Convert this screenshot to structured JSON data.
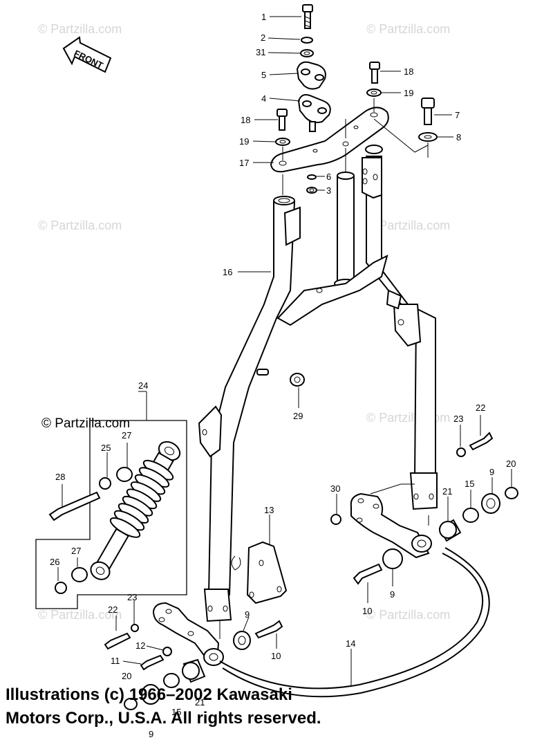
{
  "watermark": "© Partzilla.com",
  "insert_watermark": "© Partzilla.com",
  "front_label": "FRONT",
  "callouts": {
    "c1": "1",
    "c2": "2",
    "c31": "31",
    "c5": "5",
    "c4": "4",
    "c18a": "18",
    "c19a": "19",
    "c17": "17",
    "c6": "6",
    "c3": "3",
    "c18b": "18",
    "c19b": "19",
    "c7": "7",
    "c8": "8",
    "c16": "16",
    "c29": "29",
    "c24": "24",
    "c25": "25",
    "c27a": "27",
    "c28": "28",
    "c26": "26",
    "c27b": "27",
    "c13": "13",
    "c22a": "22",
    "c23a": "23",
    "c9a": "9",
    "c20a": "20",
    "c30": "30",
    "c15a": "15",
    "c21a": "21",
    "c9b": "9",
    "c10a": "10",
    "c22b": "22",
    "c23b": "23",
    "c12": "12",
    "c11": "11",
    "c9c": "9",
    "c10b": "10",
    "c14": "14",
    "c20b": "20",
    "c21b": "21",
    "c15b": "15",
    "c9d": "9"
  },
  "copyright": {
    "line1": "Illustrations (c) 1966–2002 Kawasaki",
    "line2": "Motors Corp., U.S.A.  All rights reserved."
  }
}
